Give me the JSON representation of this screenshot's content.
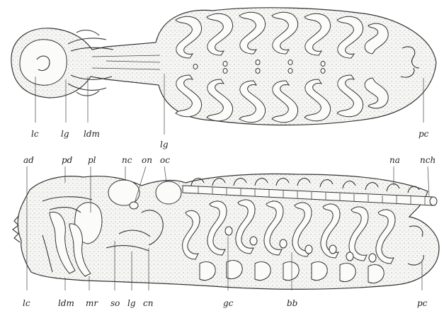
{
  "top_figure": {
    "labels": {
      "lc": "lc",
      "lg_a": "lg",
      "ldm": "ldm",
      "lg_b": "lg",
      "pc": "pc"
    }
  },
  "bottom_figure": {
    "top_labels": {
      "ad": "ad",
      "pd": "pd",
      "pl": "pl",
      "nc": "nc",
      "on": "on",
      "oc": "oc",
      "na": "na",
      "nch": "nch"
    },
    "bottom_labels": {
      "lc": "lc",
      "ldm": "ldm",
      "mr": "mr",
      "so": "so",
      "lg": "lg",
      "cn": "cn",
      "gc": "gc",
      "bb": "bb",
      "pc": "pc"
    }
  }
}
